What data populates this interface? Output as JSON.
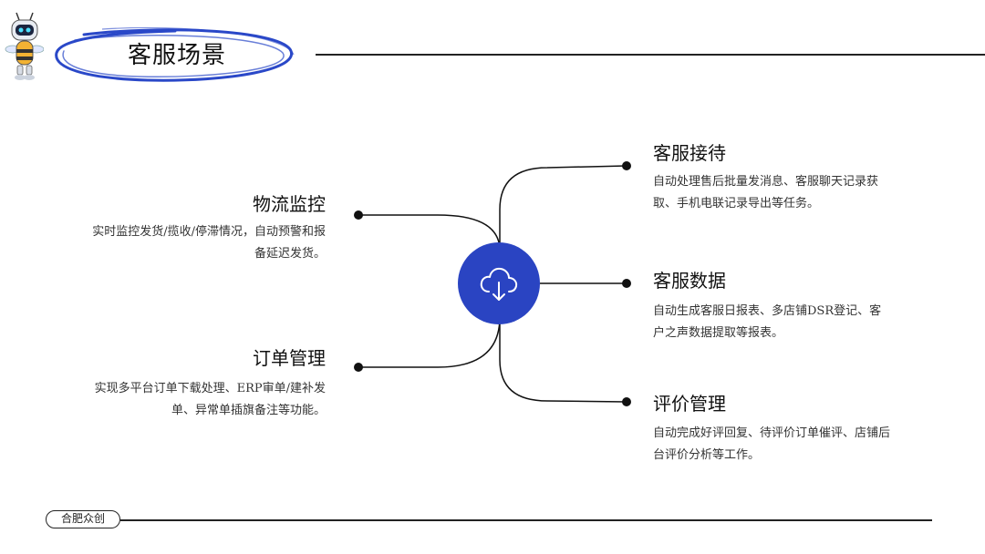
{
  "header": {
    "title": "客服场景"
  },
  "footer": {
    "badge": "合肥众创"
  },
  "hub": {
    "icon": "cloud-download-icon",
    "color": "#2a44c2"
  },
  "nodes": [
    {
      "title": "物流监控",
      "desc": "实时监控发货/揽收/停滞情况，自动预警和报备延迟发货。"
    },
    {
      "title": "订单管理",
      "desc": "实现多平台订单下载处理、ERP审单/建补发单、异常单插旗备注等功能。"
    },
    {
      "title": "客服接待",
      "desc": "自动处理售后批量发消息、客服聊天记录获取、手机电联记录导出等任务。"
    },
    {
      "title": "客服数据",
      "desc": "自动生成客服日报表、多店铺DSR登记、客户之声数据提取等报表。"
    },
    {
      "title": "评价管理",
      "desc": "自动完成好评回复、待评价订单催评、店铺后台评价分析等工作。"
    }
  ]
}
